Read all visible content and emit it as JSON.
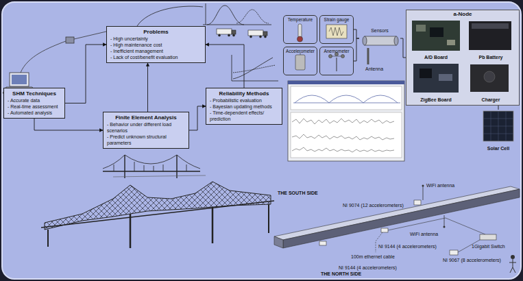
{
  "diagram": {
    "nodes": [
      {
        "text": [
          "Problems",
          "- High uncertainty",
          "- High maintenance cost",
          "- Inefficient management",
          "- Lack of cost/benefit evaluation"
        ]
      },
      {
        "text": [
          "SHM Techniques",
          "- Accurate data",
          "- Real-time assessment",
          "- Automated analysis"
        ]
      },
      {
        "text": [
          "Finite Element Analysis",
          "- Behavior under different load scenarios",
          "- Predict unknown structural parameters"
        ]
      },
      {
        "text": [
          "Reliability Methods",
          "- Probabilistic evaluation",
          "- Bayesian updating methods",
          "- Time-dependent effects/ prediction"
        ]
      },
      {
        "text": [
          "Temperature"
        ]
      },
      {
        "text": [
          "Strain gauge"
        ]
      },
      {
        "text": [
          "Accelerometer"
        ]
      },
      {
        "text": [
          "Anemometer"
        ]
      },
      {
        "text": [
          "Sensors"
        ]
      },
      {
        "text": [
          "a-Node"
        ]
      },
      {
        "text": [
          "A/D Board"
        ],
        "in": 9
      },
      {
        "text": [
          "Pb Battery"
        ],
        "in": 9
      },
      {
        "text": [
          "ZigBee Board"
        ],
        "in": 9
      },
      {
        "text": [
          "Charger"
        ],
        "in": 9
      },
      {
        "text": [
          "Solar Cell"
        ]
      }
    ],
    "edges": [
      {
        "from": 1,
        "to": 0,
        "arrow": "to"
      },
      {
        "from": 1,
        "to": 2,
        "arrow": "to"
      },
      {
        "from": 2,
        "to": 0,
        "arrow": "to"
      },
      {
        "from": 3,
        "to": 0,
        "arrow": "to"
      },
      {
        "from": 2,
        "to": 3,
        "arrow": "to"
      },
      {
        "from": 5,
        "to": 8,
        "arrow": "none"
      },
      {
        "from": 7,
        "to": 8,
        "arrow": "none"
      },
      {
        "from": 8,
        "to": 9,
        "arrow": "none"
      },
      {
        "from": 9,
        "to": 14,
        "arrow": "none"
      }
    ],
    "labels": [
      "Antenna",
      "THE SOUTH SIDE",
      "NI 9074 (12 accelerometers)",
      "WiFi antenna",
      "WiFi antenna",
      "NI 9144 (4 accelerometers)",
      "100m ethernet cable",
      "NI 9144 (4 accelerometers)",
      "1Gigabit Switch",
      "NI 9067 (8 accelerometers)",
      "THE NORTH SIDE"
    ]
  }
}
